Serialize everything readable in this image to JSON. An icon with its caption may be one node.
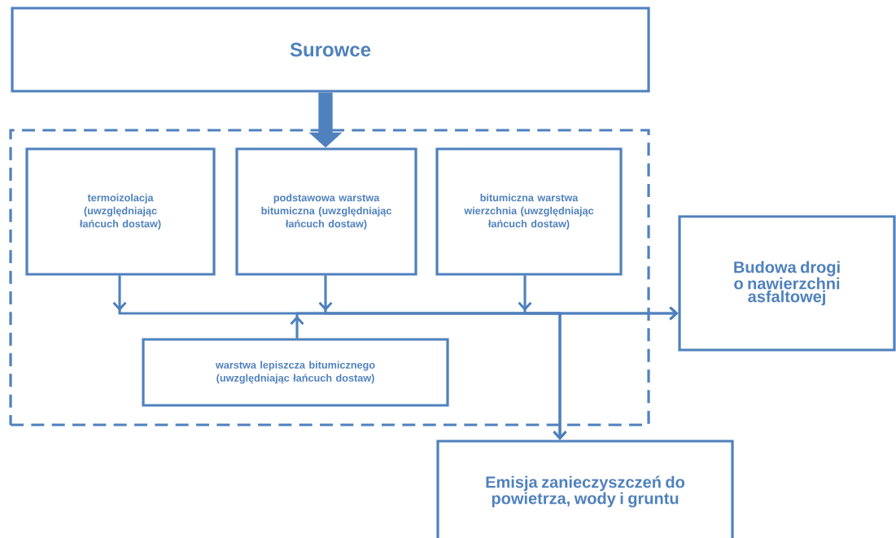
{
  "diagram": {
    "nodes": [
      {
        "text": [
          "Surowce"
        ]
      },
      {
        "text": [],
        "shape": "box"
      },
      {
        "text": [
          "termoizolacja (uwzględniając łańcuch dostaw)"
        ],
        "in": 1
      },
      {
        "text": [
          "podstawowa warstwa bitumiczna (uwzględniając łańcuch dostaw)"
        ],
        "in": 1
      },
      {
        "text": [
          "bitumiczna warstwa wierzchnia (uwzględniając łańcuch dostaw)"
        ],
        "in": 1
      },
      {
        "text": [
          "warstwa lepiszcza bitumicznego (uwzględniając łańcuch dostaw)"
        ],
        "in": 1
      },
      {
        "text": [
          "Budowa drogi o nawierzchni asfaltowej"
        ]
      },
      {
        "text": [
          "Emisja zanieczyszczeń do powietrza, wody i gruntu"
        ]
      }
    ],
    "edges": [
      {
        "from": 0,
        "to": 3,
        "arrow": "to",
        "style": "thick"
      },
      {
        "from": 2,
        "to": 6,
        "arrow": "to"
      },
      {
        "from": 2,
        "to": 7,
        "arrow": "to"
      },
      {
        "from": 3,
        "to": 6,
        "arrow": "to"
      },
      {
        "from": 3,
        "to": 7,
        "arrow": "to"
      },
      {
        "from": 4,
        "to": 6,
        "arrow": "to"
      },
      {
        "from": 4,
        "to": 7,
        "arrow": "to"
      },
      {
        "from": 5,
        "to": 6,
        "arrow": "to"
      },
      {
        "from": 5,
        "to": 7,
        "arrow": "to"
      }
    ]
  }
}
